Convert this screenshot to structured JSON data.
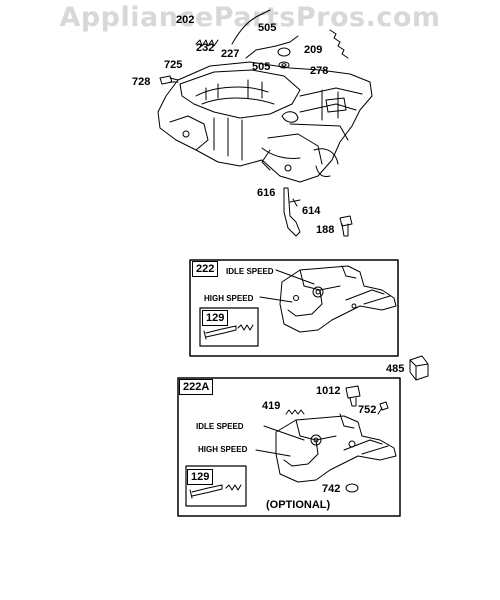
{
  "watermark": "AppliancePartsPros.com",
  "parts": {
    "p202": "202",
    "p505a": "505",
    "p232": "232",
    "p227": "227",
    "p209": "209",
    "p725": "725",
    "p505b": "505",
    "p278": "278",
    "p728": "728",
    "p616": "616",
    "p614": "614",
    "p188": "188",
    "p485": "485",
    "p1012": "1012",
    "p419": "419",
    "p752": "752",
    "p742": "742"
  },
  "box222": {
    "id": "222",
    "idle": "IDLE SPEED",
    "high": "HIGH SPEED",
    "sub": "129"
  },
  "box222a": {
    "id": "222A",
    "idle": "IDLE SPEED",
    "high": "HIGH SPEED",
    "sub": "129",
    "optional": "(OPTIONAL)"
  }
}
